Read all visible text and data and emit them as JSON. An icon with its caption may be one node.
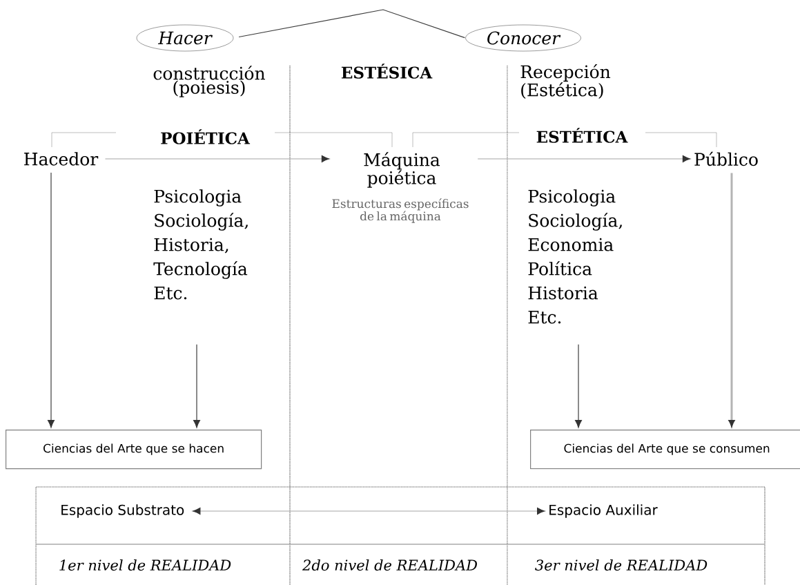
{
  "diagram": {
    "nodes": [
      {
        "text": [
          "Hacer"
        ]
      },
      {
        "text": [
          "Conocer"
        ]
      },
      {
        "text": [
          "Hacedor"
        ]
      },
      {
        "text": [
          "Máquina poiética"
        ]
      },
      {
        "text": [
          "Público"
        ]
      },
      {
        "text": [
          "Psicologia Sociología, Historia, Tecnología Etc."
        ]
      },
      {
        "text": [
          "Psicologia Sociología, Economia Política Historia Etc."
        ]
      },
      {
        "text": [
          "Ciencias del Arte que se hacen"
        ]
      },
      {
        "text": [
          "Ciencias del Arte que se consumen"
        ]
      },
      {
        "text": [
          "Espacio Substrato"
        ]
      },
      {
        "text": [
          "Espacio Auxiliar"
        ]
      }
    ],
    "edges": [
      {
        "from": 0,
        "to": 1,
        "arrow": "none"
      },
      {
        "from": 2,
        "to": 3,
        "arrow": "to",
        "color": "#a6a6a6"
      },
      {
        "from": 3,
        "to": 4,
        "arrow": "to",
        "color": "#a6a6a6"
      },
      {
        "from": 2,
        "to": 7,
        "arrow": "to"
      },
      {
        "from": 5,
        "to": 7,
        "arrow": "to"
      },
      {
        "from": 6,
        "to": 8,
        "arrow": "to"
      },
      {
        "from": 4,
        "to": 8,
        "arrow": "to",
        "style": "thick",
        "color": "#b4b4b4"
      },
      {
        "from": 9,
        "to": 10,
        "arrow": "both",
        "color": "#a6a6a6"
      }
    ],
    "labels": [
      "construcción (poiesis)",
      "ESTÉSICA",
      "Recepción (Estética)",
      "POIÉTICA",
      "ESTÉTICA",
      "Estructuras específicas de la máquina",
      "1er nivel de REALIDAD",
      "2do nivel de REALIDAD",
      "3er nivel de REALIDAD"
    ]
  }
}
